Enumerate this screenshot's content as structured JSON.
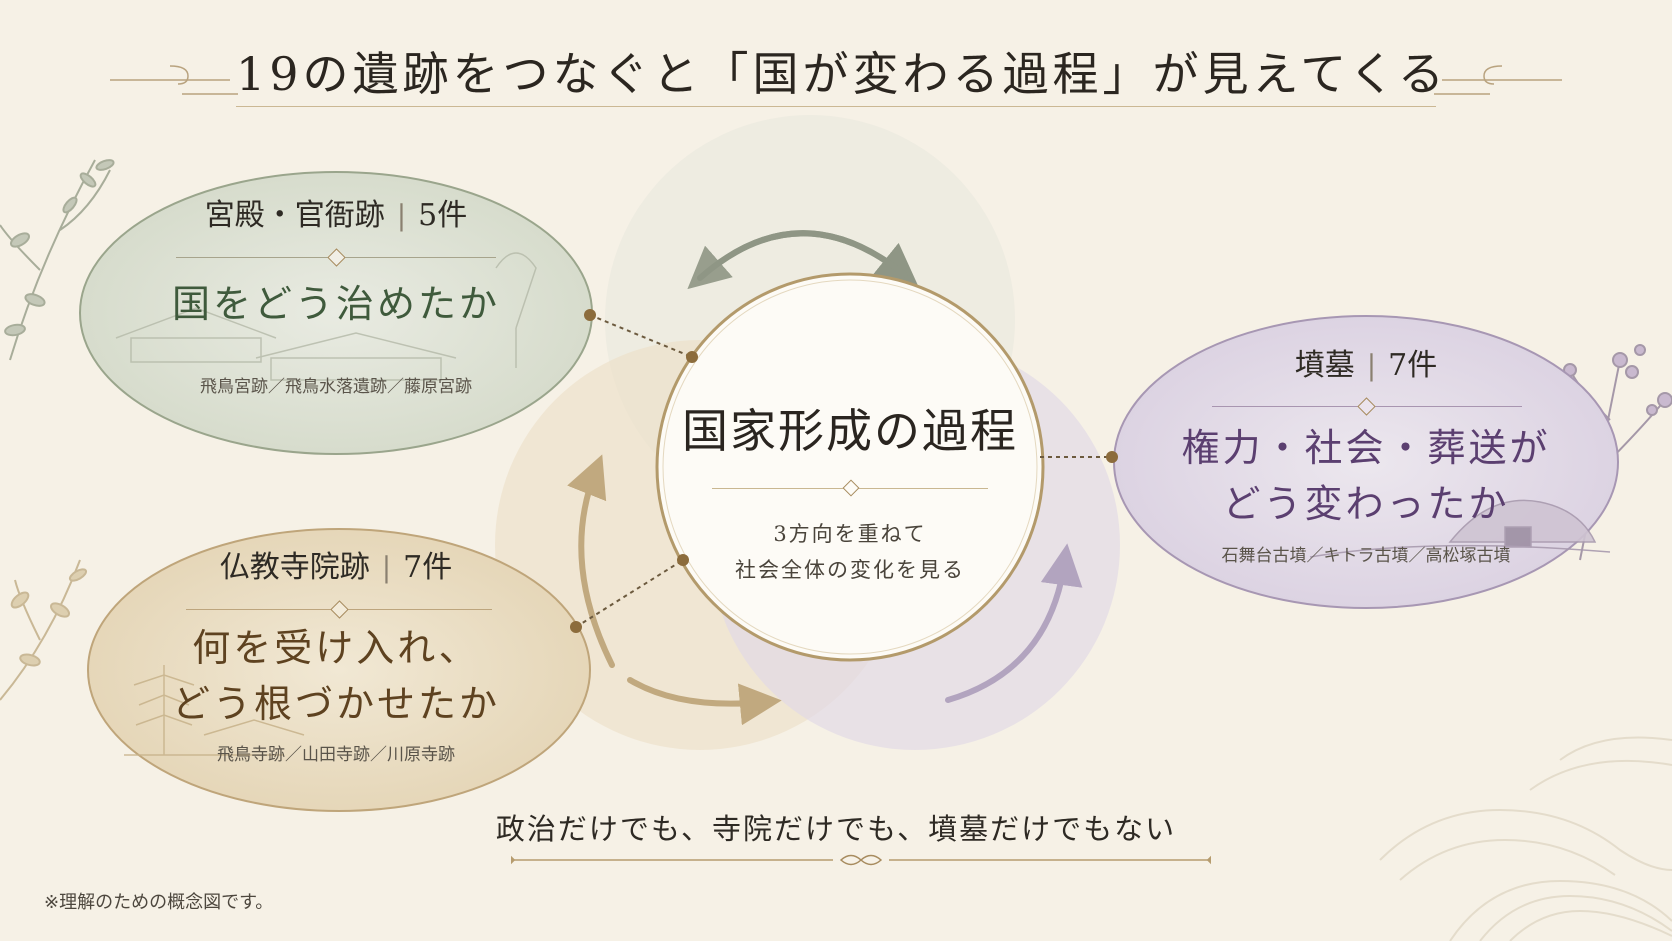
{
  "title": "19の遺跡をつなぐと「国が変わる過程」が見えてくる",
  "center": {
    "title": "国家形成の過程",
    "desc_lines": [
      "3方向を重ねて",
      "社会全体の変化を見る"
    ]
  },
  "categories": [
    {
      "name": "宮殿・官衙跡",
      "count": "5件",
      "question_lines": [
        "国をどう治めたか"
      ],
      "sites": "飛鳥宮跡／飛鳥水落遺跡／藤原宮跡",
      "color": "#3f5a3c"
    },
    {
      "name": "仏教寺院跡",
      "count": "7件",
      "question_lines": [
        "何を受け入れ、",
        "どう根づかせたか"
      ],
      "sites": "飛鳥寺跡／山田寺跡／川原寺跡",
      "color": "#5e4220"
    },
    {
      "name": "墳墓",
      "count": "7件",
      "question_lines": [
        "権力・社会・葬送が",
        "どう変わったか"
      ],
      "sites": "石舞台古墳／キトラ古墳／高松塚古墳",
      "color": "#5b3f70"
    }
  ],
  "bottom_message": "政治だけでも、寺院だけでも、墳墓だけでもない",
  "footnote": "※理解のための概念図です。",
  "colors": {
    "background": "#f6f1e6",
    "gold": "#a8885a",
    "green_fill": "#dfe3d6",
    "beige_fill": "#ece0c6",
    "purple_fill": "#e2dbe6"
  }
}
